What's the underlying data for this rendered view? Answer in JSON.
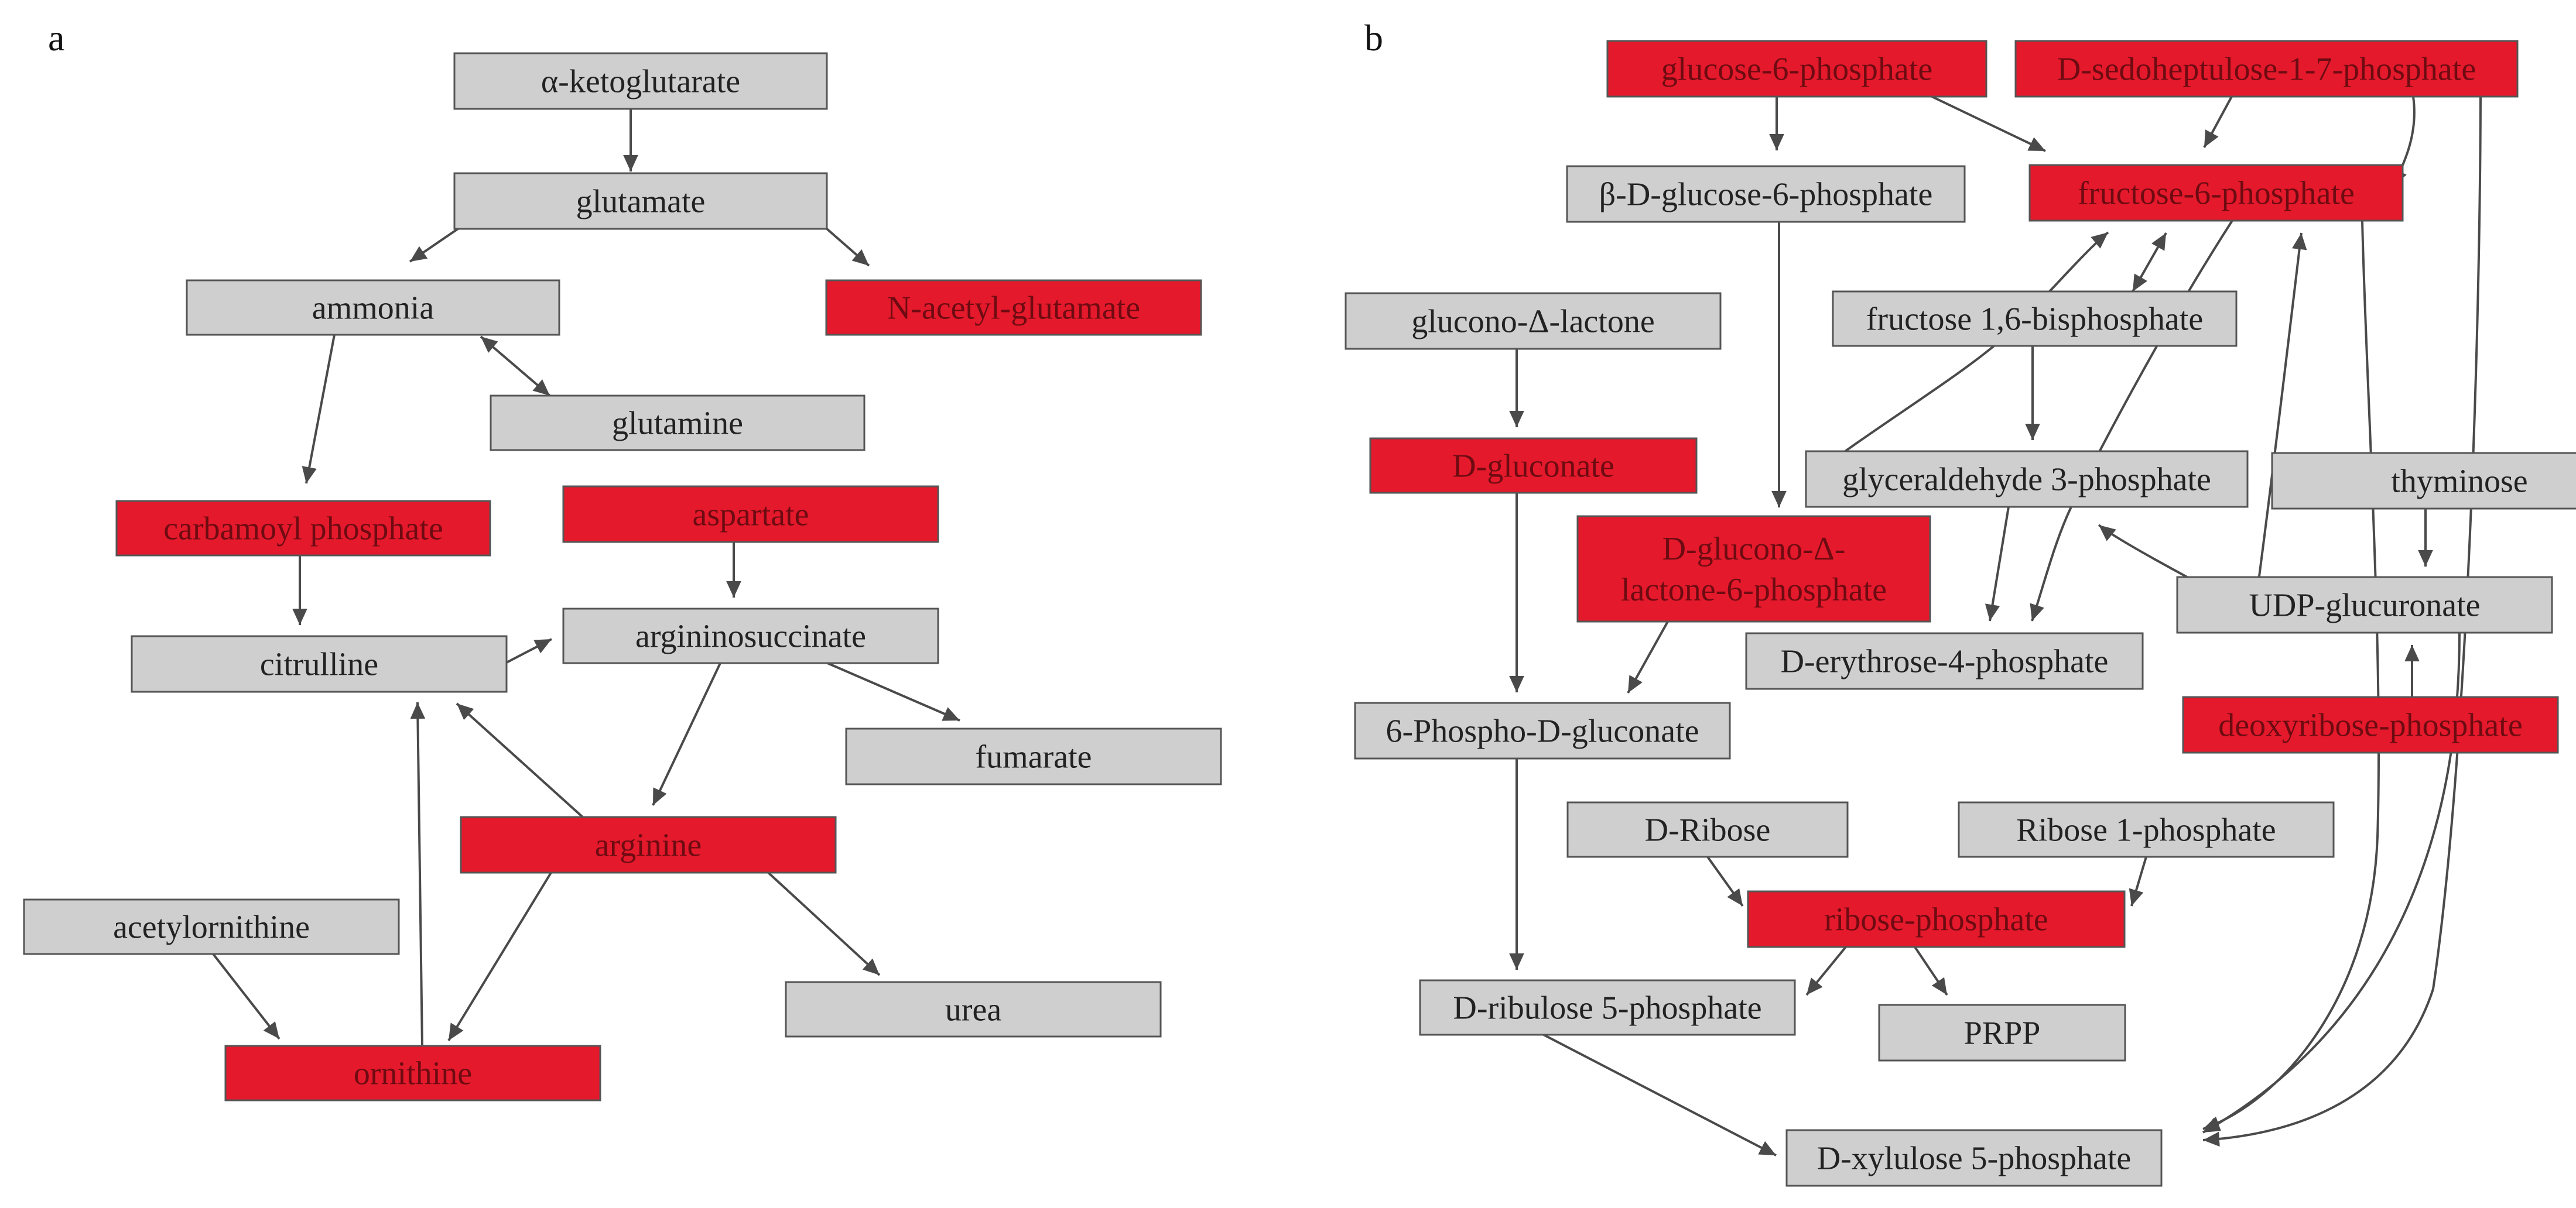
{
  "colors": {
    "highlight_fill": "#e4192b",
    "highlight_text": "#6e0b12",
    "normal_fill": "#cfcfd0",
    "normal_text": "#222222",
    "border": "#555555",
    "edge": "#4a4a4a"
  },
  "panels": [
    {
      "id": "a",
      "label": "a"
    },
    {
      "id": "b",
      "label": "b"
    }
  ],
  "nodes": [
    {
      "id": "a_akg",
      "panel": "a",
      "label": "α-ketoglutarate",
      "highlighted": false
    },
    {
      "id": "a_glutamate",
      "panel": "a",
      "label": "glutamate",
      "highlighted": false
    },
    {
      "id": "a_ammonia",
      "panel": "a",
      "label": "ammonia",
      "highlighted": false
    },
    {
      "id": "a_nag",
      "panel": "a",
      "label": "N-acetyl-glutamate",
      "highlighted": true
    },
    {
      "id": "a_glutamine",
      "panel": "a",
      "label": "glutamine",
      "highlighted": false
    },
    {
      "id": "a_carbamoyl",
      "panel": "a",
      "label": "carbamoyl phosphate",
      "highlighted": true
    },
    {
      "id": "a_aspartate",
      "panel": "a",
      "label": "aspartate",
      "highlighted": true
    },
    {
      "id": "a_citrulline",
      "panel": "a",
      "label": "citrulline",
      "highlighted": false
    },
    {
      "id": "a_argsucc",
      "panel": "a",
      "label": "argininosuccinate",
      "highlighted": false
    },
    {
      "id": "a_fumarate",
      "panel": "a",
      "label": "fumarate",
      "highlighted": false
    },
    {
      "id": "a_arginine",
      "panel": "a",
      "label": "arginine",
      "highlighted": true
    },
    {
      "id": "a_acetylorn",
      "panel": "a",
      "label": "acetylornithine",
      "highlighted": false
    },
    {
      "id": "a_urea",
      "panel": "a",
      "label": "urea",
      "highlighted": false
    },
    {
      "id": "a_ornithine",
      "panel": "a",
      "label": "ornithine",
      "highlighted": true
    },
    {
      "id": "b_g6p",
      "panel": "b",
      "label": "glucose-6-phosphate",
      "highlighted": true
    },
    {
      "id": "b_s7p",
      "panel": "b",
      "label": "D-sedoheptulose-1-7-phosphate",
      "highlighted": true
    },
    {
      "id": "b_bg6p",
      "panel": "b",
      "label": "β-D-glucose-6-phosphate",
      "highlighted": false
    },
    {
      "id": "b_f6p",
      "panel": "b",
      "label": "fructose-6-phosphate",
      "highlighted": true
    },
    {
      "id": "b_gluconolactone",
      "panel": "b",
      "label": "glucono-Δ-lactone",
      "highlighted": false
    },
    {
      "id": "b_fbp",
      "panel": "b",
      "label": "fructose 1,6-bisphosphate",
      "highlighted": false
    },
    {
      "id": "b_gluconate",
      "panel": "b",
      "label": "D-gluconate",
      "highlighted": true
    },
    {
      "id": "b_g3p",
      "panel": "b",
      "label": "glyceraldehyde 3-phosphate",
      "highlighted": false
    },
    {
      "id": "b_thyminose",
      "panel": "b",
      "label": "thyminose",
      "highlighted": false
    },
    {
      "id": "b_gl6p",
      "panel": "b",
      "label": "D-glucono-Δ-\nlactone-6-phosphate",
      "highlighted": true
    },
    {
      "id": "b_udpg",
      "panel": "b",
      "label": "UDP-glucuronate",
      "highlighted": false
    },
    {
      "id": "b_e4p",
      "panel": "b",
      "label": "D-erythrose-4-phosphate",
      "highlighted": false
    },
    {
      "id": "b_dribp",
      "panel": "b",
      "label": "deoxyribose-phosphate",
      "highlighted": true
    },
    {
      "id": "b_6pg",
      "panel": "b",
      "label": "6-Phospho-D-gluconate",
      "highlighted": false
    },
    {
      "id": "b_dribose",
      "panel": "b",
      "label": "D-Ribose",
      "highlighted": false
    },
    {
      "id": "b_r1p",
      "panel": "b",
      "label": "Ribose 1-phosphate",
      "highlighted": false
    },
    {
      "id": "b_rp",
      "panel": "b",
      "label": "ribose-phosphate",
      "highlighted": true
    },
    {
      "id": "b_ru5p",
      "panel": "b",
      "label": "D-ribulose 5-phosphate",
      "highlighted": false
    },
    {
      "id": "b_prpp",
      "panel": "b",
      "label": "PRPP",
      "highlighted": false
    },
    {
      "id": "b_xu5p",
      "panel": "b",
      "label": "D-xylulose 5-phosphate",
      "highlighted": false
    }
  ],
  "edges": [
    {
      "from": "a_akg",
      "to": "a_glutamate"
    },
    {
      "from": "a_glutamate",
      "to": "a_ammonia"
    },
    {
      "from": "a_glutamate",
      "to": "a_nag"
    },
    {
      "from": "a_ammonia",
      "to": "a_glutamine",
      "bidirectional": true
    },
    {
      "from": "a_ammonia",
      "to": "a_carbamoyl"
    },
    {
      "from": "a_carbamoyl",
      "to": "a_citrulline"
    },
    {
      "from": "a_aspartate",
      "to": "a_argsucc"
    },
    {
      "from": "a_citrulline",
      "to": "a_argsucc"
    },
    {
      "from": "a_argsucc",
      "to": "a_fumarate"
    },
    {
      "from": "a_argsucc",
      "to": "a_arginine"
    },
    {
      "from": "a_arginine",
      "to": "a_citrulline"
    },
    {
      "from": "a_arginine",
      "to": "a_urea"
    },
    {
      "from": "a_arginine",
      "to": "a_ornithine"
    },
    {
      "from": "a_ornithine",
      "to": "a_citrulline"
    },
    {
      "from": "a_acetylorn",
      "to": "a_ornithine"
    },
    {
      "from": "b_g6p",
      "to": "b_bg6p"
    },
    {
      "from": "b_g6p",
      "to": "b_f6p"
    },
    {
      "from": "b_s7p",
      "to": "b_f6p"
    },
    {
      "from": "b_s7p",
      "to": "b_e4p"
    },
    {
      "from": "b_s7p",
      "to": "b_xu5p"
    },
    {
      "from": "b_bg6p",
      "to": "b_gl6p"
    },
    {
      "from": "b_gluconolactone",
      "to": "b_gluconate"
    },
    {
      "from": "b_gluconate",
      "to": "b_6pg"
    },
    {
      "from": "b_gl6p",
      "to": "b_6pg"
    },
    {
      "from": "b_fbp",
      "to": "b_f6p",
      "bidirectional": true
    },
    {
      "from": "b_fbp",
      "to": "b_g3p"
    },
    {
      "from": "b_g3p",
      "to": "b_f6p"
    },
    {
      "from": "b_g3p",
      "to": "b_e4p"
    },
    {
      "from": "b_f6p",
      "to": "b_e4p"
    },
    {
      "from": "b_f6p",
      "to": "b_xu5p"
    },
    {
      "from": "b_e4p",
      "to": "b_f6p"
    },
    {
      "from": "b_udpg",
      "to": "b_g3p"
    },
    {
      "from": "b_thyminose",
      "to": "b_udpg"
    },
    {
      "from": "b_dribp",
      "to": "b_udpg"
    },
    {
      "from": "b_udpg",
      "to": "b_xu5p"
    },
    {
      "from": "b_6pg",
      "to": "b_ru5p"
    },
    {
      "from": "b_dribose",
      "to": "b_rp"
    },
    {
      "from": "b_r1p",
      "to": "b_rp"
    },
    {
      "from": "b_rp",
      "to": "b_ru5p"
    },
    {
      "from": "b_rp",
      "to": "b_prpp"
    },
    {
      "from": "b_ru5p",
      "to": "b_xu5p"
    }
  ]
}
